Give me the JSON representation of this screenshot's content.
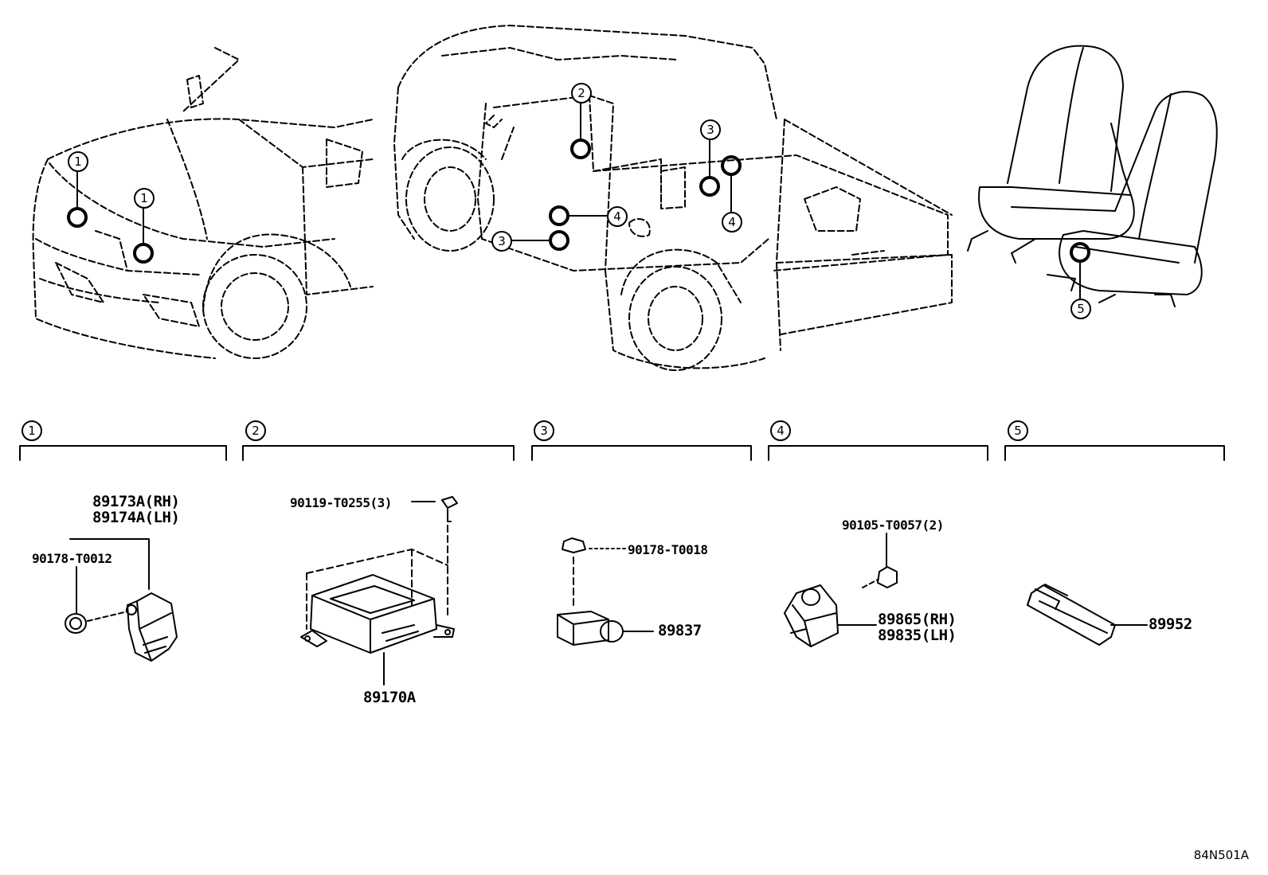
{
  "diagram_code": "84N501A",
  "sections": [
    {
      "number": "1",
      "parts": [
        "89173A(RH)",
        "89174A(LH)",
        "90178-T0012"
      ]
    },
    {
      "number": "2",
      "parts": [
        "90119-T0255(3)",
        "89170A"
      ]
    },
    {
      "number": "3",
      "parts": [
        "90178-T0018",
        "89837"
      ]
    },
    {
      "number": "4",
      "parts": [
        "90105-T0057(2)",
        "89865(RH)",
        "89835(LH)"
      ]
    },
    {
      "number": "5",
      "parts": [
        "89952"
      ]
    }
  ],
  "location_callouts": [
    "1",
    "1",
    "2",
    "3",
    "3",
    "4",
    "4",
    "5"
  ]
}
